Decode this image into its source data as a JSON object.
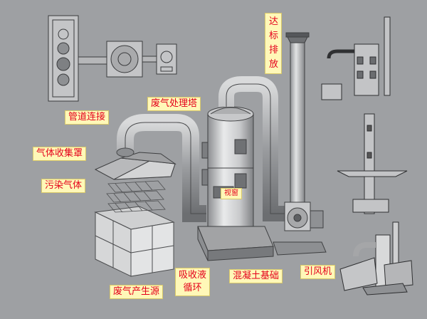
{
  "labels": {
    "discharge": "达标排放",
    "tower": "废气处理塔",
    "pipe": "管道连接",
    "hood": "气体收集罩",
    "pollutant": "污染气体",
    "source": "废气产生源",
    "absorb_line1": "吸收液",
    "absorb_line2": "循环",
    "foundation": "混凝土基础",
    "fan": "引风机",
    "viewport": "视窗"
  },
  "colors": {
    "background": "#9ea0a3",
    "label_bg": "#fff8b8",
    "label_text": "#e4001b"
  }
}
